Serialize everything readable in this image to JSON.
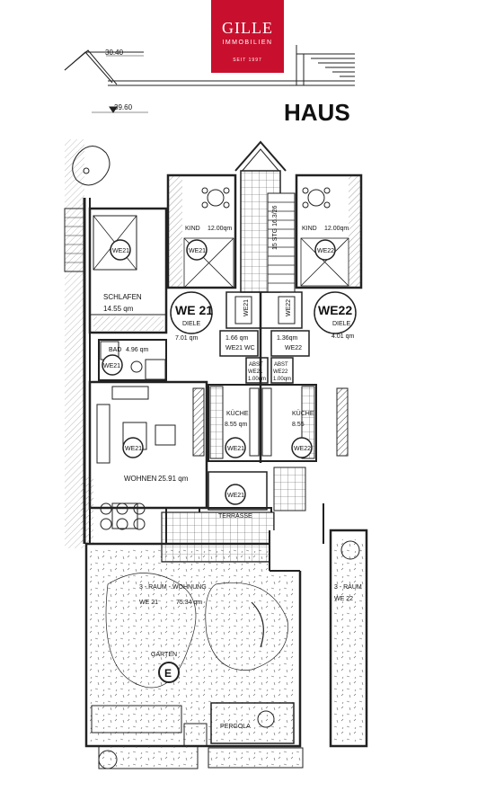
{
  "logo": {
    "name": "GILLE",
    "subtitle": "IMMOBILIEN",
    "since": "SEIT 1997"
  },
  "plan": {
    "top_level": "30.40",
    "level": "39.60",
    "building_label": "HAUS",
    "stair": "15 STG\n16.3/26",
    "we21": {
      "kind_label": "KIND",
      "kind_area": "12.00qm",
      "kind_unit": "WE21",
      "schlafen_label": "SCHLAFEN",
      "schlafen_area": "14.55 qm",
      "schlafen_unit": "WE21",
      "diele_unit": "WE 21",
      "diele_label": "DIELE",
      "diele_area": "7.01 qm",
      "bad_label": "BAD",
      "bad_area": "4.96 qm",
      "bad_unit": "WE21",
      "wc_area": "1.66 qm",
      "wc_label": "WE21 WC",
      "abst_label": "ABST",
      "abst_unit": "WE21",
      "abst_area": "1.00qm",
      "kueche_label": "KÜCHE",
      "kueche_area": "8.55 qm",
      "kueche_unit": "WE21",
      "wohnen_unit": "WE21",
      "wohnen_label": "WOHNEN",
      "wohnen_area": "25.91 qm",
      "terrasse_unit": "WE21",
      "terrasse_label": "TERRASSE",
      "summary_title": "3 - RAUM - WOHNUNG",
      "summary_unit": "WE 21",
      "summary_area": "75.34 qm",
      "garten_label": "GARTEN",
      "garten_mark": "E",
      "pergola_label": "PERGOLA"
    },
    "we22": {
      "kind_label": "KIND",
      "kind_area": "12.00qm",
      "kind_unit": "WE22",
      "diele_unit": "WE22",
      "diele_label": "DIELE",
      "diele_area": "4.01 qm",
      "wc_area": "1.36qm",
      "wc_label": "WE22",
      "vertical_unit_a": "WE21",
      "vertical_unit_b": "WE22",
      "abst_label": "ABST",
      "abst_unit": "WE22",
      "abst_area": "1.00qm",
      "kueche_label": "KÜCHE",
      "kueche_area": "8.55",
      "kueche_unit": "WE22",
      "summary_title": "3 - RAUM",
      "summary_unit": "WE 22"
    }
  }
}
